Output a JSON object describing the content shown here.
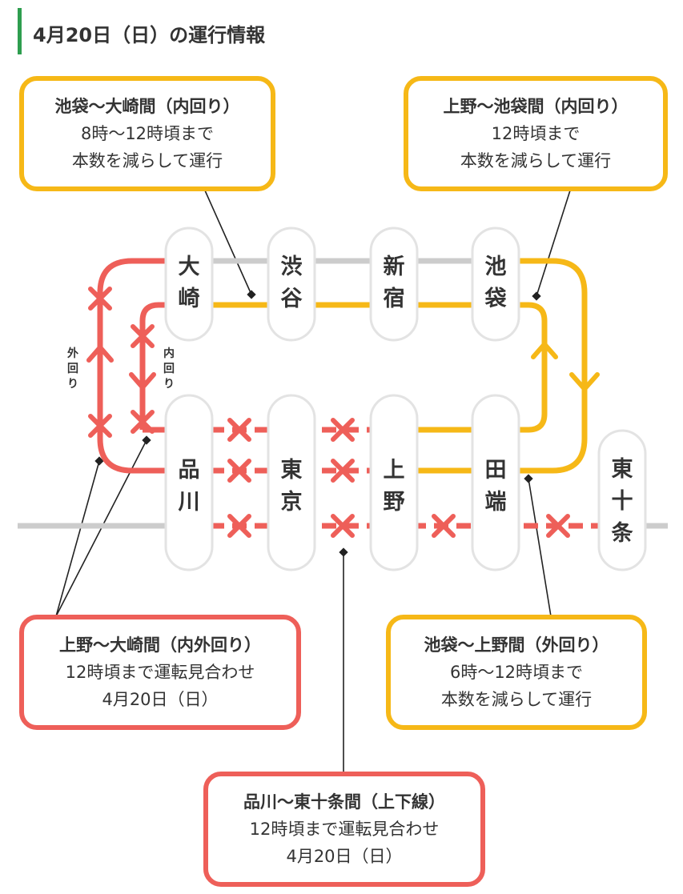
{
  "header": {
    "title": "4月20日（日）の運行情報"
  },
  "colors": {
    "accent": "#2e9e4f",
    "suspended": "#ee5f59",
    "reduced": "#f6b817",
    "normal": "#cccccc"
  },
  "stations": {
    "osaki": [
      "大",
      "崎"
    ],
    "shibuya": [
      "渋",
      "谷"
    ],
    "shinjuku": [
      "新",
      "宿"
    ],
    "ikebukuro": [
      "池",
      "袋"
    ],
    "shinagawa": [
      "品",
      "川"
    ],
    "tokyo": [
      "東",
      "京"
    ],
    "ueno": [
      "上",
      "野"
    ],
    "tabata": [
      "田",
      "端"
    ],
    "higashijujo": [
      "東",
      "十",
      "条"
    ]
  },
  "direction_labels": {
    "outer": [
      "外",
      "回",
      "り"
    ],
    "inner": [
      "内",
      "回",
      "り"
    ]
  },
  "callouts": {
    "c1": {
      "title": "池袋〜大崎間（内回り）",
      "line1": "8時〜12時頃まで",
      "line2": "本数を減らして運行"
    },
    "c2": {
      "title": "上野〜池袋間（内回り）",
      "line1": "12時頃まで",
      "line2": "本数を減らして運行"
    },
    "c3": {
      "title": "上野〜大崎間（内外回り）",
      "line1": "12時頃まで運転見合わせ",
      "line2": "4月20日（日）"
    },
    "c4": {
      "title": "池袋〜上野間（外回り）",
      "line1": "6時〜12時頃まで",
      "line2": "本数を減らして運行"
    },
    "c5": {
      "title": "品川〜東十条間（上下線）",
      "line1": "12時頃まで運転見合わせ",
      "line2": "4月20日（日）"
    }
  }
}
